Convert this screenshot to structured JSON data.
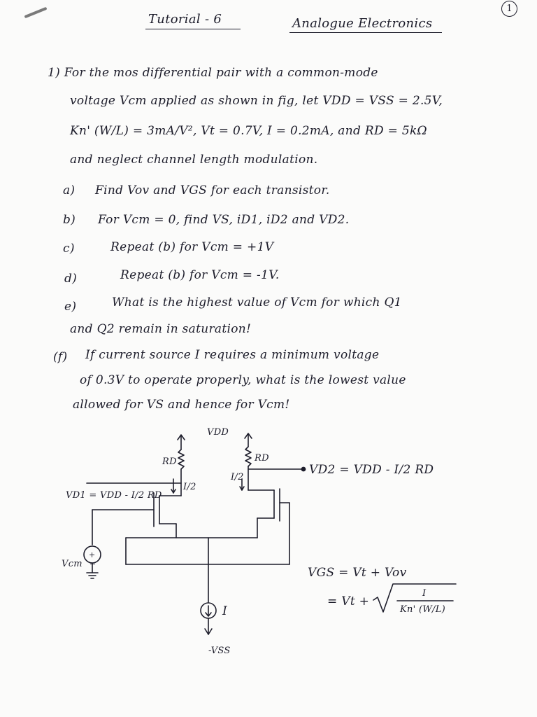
{
  "header": {
    "title": "Tutorial - 6",
    "subject": "Analogue Electronics",
    "page_number": "1"
  },
  "question1": {
    "lines": [
      "1)  For the mos differential pair with a common-mode",
      "voltage Vcm applied as shown in fig, let VDD = VSS = 2.5V,",
      "Kn' (W/L) = 3mA/V², Vt = 0.7V, I = 0.2mA, and RD = 5kΩ",
      "and neglect channel length modulation."
    ],
    "parts": [
      {
        "label": "a)",
        "text": "Find Vov and VGS for each transistor."
      },
      {
        "label": "b)",
        "text": "For Vcm = 0, find VS, iD1, iD2 and VD2."
      },
      {
        "label": "c)",
        "text": "Repeat (b) for Vcm = +1V"
      },
      {
        "label": "d)",
        "text": "Repeat (b) for Vcm = -1V."
      },
      {
        "label": "e)",
        "text": "What is the highest value of Vcm for which Q1"
      },
      {
        "label": "",
        "text": "and Q2 remain in saturation!"
      },
      {
        "label": "(f)",
        "text": "If current source I requires a minimum voltage"
      },
      {
        "label": "",
        "text": "of 0.3V to operate properly, what is the lowest value"
      },
      {
        "label": "",
        "text": "allowed for VS and hence for Vcm!"
      }
    ]
  },
  "circuit": {
    "vdd_label": "VDD",
    "rd_left_label": "RD",
    "rd_right_label": "RD",
    "current_left_label": "I/2",
    "current_right_label": "I/2",
    "vd1_label": "VD1 = VDD - I/2 RD",
    "vd2_label": "VD2 = VDD - I/2 RD",
    "vcm_label": "Vcm",
    "source_label": "I",
    "vss_label": "-VSS"
  },
  "formulas": {
    "vgs_line": "VGS = Vt + Vov",
    "vgs_sqrt_prefix": "= Vt +",
    "sqrt_numerator": "I",
    "sqrt_denominator": "Kn' (W/L)"
  }
}
